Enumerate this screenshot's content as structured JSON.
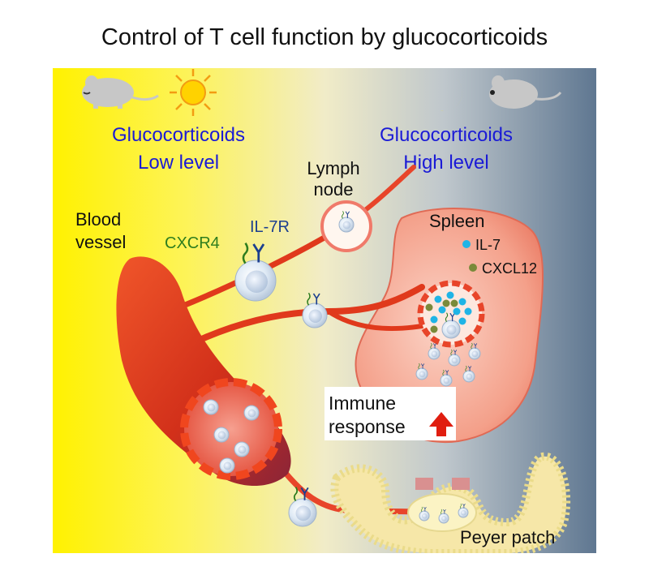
{
  "title": "Control of T cell function by glucocorticoids",
  "labels": {
    "gc_left_line1": "Glucocorticoids",
    "gc_left_line2": "Low level",
    "gc_right_line1": "Glucocorticoids",
    "gc_right_line2": "High level",
    "lymph_line1": "Lymph",
    "lymph_line2": "node",
    "blood_line1": "Blood",
    "blood_line2": "vessel",
    "cxcr4": "CXCR4",
    "il7r": "IL-7R",
    "spleen": "Spleen",
    "legend_il7": "IL-7",
    "legend_cxcl12": "CXCL12",
    "immune_line1": "Immune",
    "immune_line2": "response",
    "peyer": "Peyer patch"
  },
  "colors": {
    "day_yellow": "#fff200",
    "night_blue": "#5f7791",
    "label_blue": "#1a1ad6",
    "cxcr4_green": "#2e7d1e",
    "il7r_blue": "#1c3f8f",
    "vessel_red": "#e0391c",
    "il7_dot": "#1fb4e6",
    "cxcl12_dot": "#7a8a3a",
    "arrow_red": "#e01e10"
  }
}
